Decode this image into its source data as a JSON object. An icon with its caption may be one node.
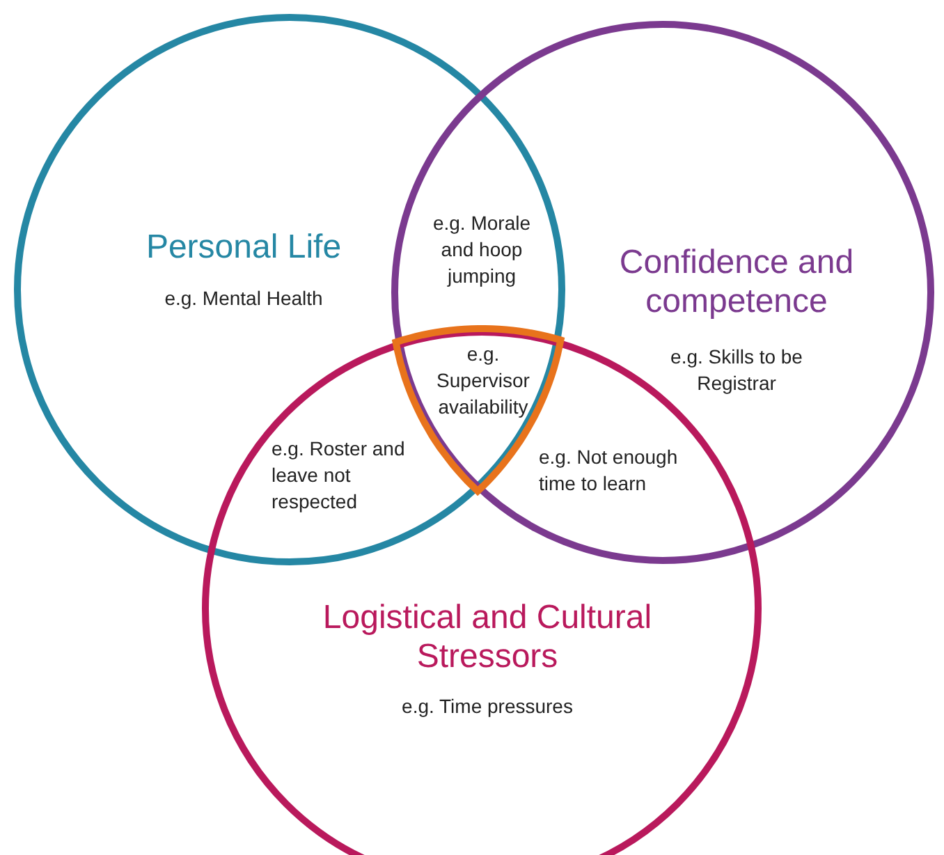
{
  "diagram": {
    "nodes": [
      {
        "text": [
          "Personal Life",
          "e.g. Mental Health"
        ]
      },
      {
        "text": [
          "Confidence and competence",
          "e.g. Skills to be Registrar"
        ]
      },
      {
        "text": [
          "Logistical and Cultural Stressors",
          "e.g. Time pressures"
        ]
      },
      {
        "text": [
          "e.g. Supervisor availability"
        ]
      }
    ],
    "labels": [
      "e.g. Morale and hoop jumping",
      "e.g. Roster and leave not respected",
      "e.g. Not enough time to learn"
    ]
  }
}
